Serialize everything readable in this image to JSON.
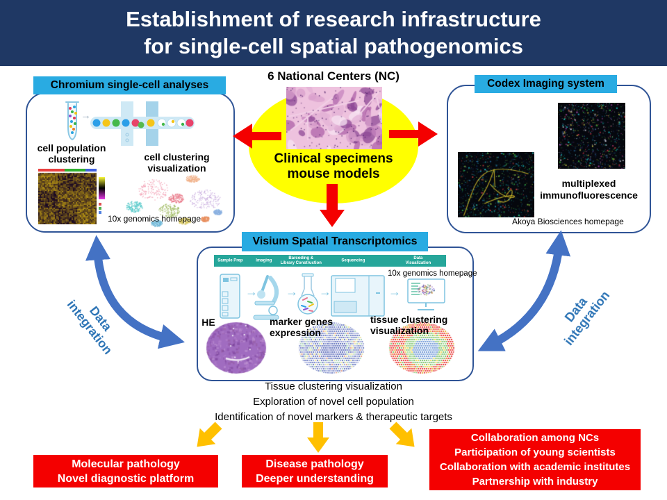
{
  "header": {
    "line1": "Establishment of research infrastructure",
    "line2": "for single-cell spatial pathogenomics"
  },
  "center": {
    "title": "6 National Centers (NC)",
    "specimens": "Clinical specimens\nmouse models"
  },
  "chromium": {
    "label": "Chromium single-cell analyses",
    "cap_population": "cell population\nclustering",
    "cap_clustering": "cell clustering\nvisualization",
    "credit": "10x genomics homepage"
  },
  "codex": {
    "label": "Codex Imaging system",
    "caption": "multiplexed\nimmunofluorescence",
    "credit": "Akoya Biosciences homepage"
  },
  "visium": {
    "label": "Visium Spatial Transcriptomics",
    "stages": [
      "Sample Prep",
      "Imaging",
      "Barcoding &\nLibrary Construction",
      "Sequencing",
      "Data Visualization"
    ],
    "credit": "10x genomics homepage",
    "he": "HE",
    "marker": "marker genes\nexpression",
    "cluster": "tissue clustering\nvisualization"
  },
  "integration": {
    "left": "Data\nintegration",
    "right": "Data\nintegration"
  },
  "outcomes": [
    "Tissue clustering visualization",
    "Exploration of novel cell population",
    "Identification of novel markers & therapeutic targets"
  ],
  "outputs": {
    "molecular": "Molecular pathology\nNovel diagnostic platform",
    "disease": "Disease pathology\nDeeper understanding",
    "collaboration": "Collaboration among NCs\nParticipation of young scientists\nCollaboration with academic institutes\nPartnership with industry"
  },
  "colors": {
    "header_bg": "#1f3864",
    "label_cyan": "#29abe2",
    "ellipse_yellow": "#ffff00",
    "arrow_red": "#f40000",
    "box_red": "#f40000",
    "arrow_amber": "#ffc000",
    "arrow_blue": "#4472c4",
    "integration_text": "#2e75b6",
    "banner_teal": "#26a69a"
  }
}
